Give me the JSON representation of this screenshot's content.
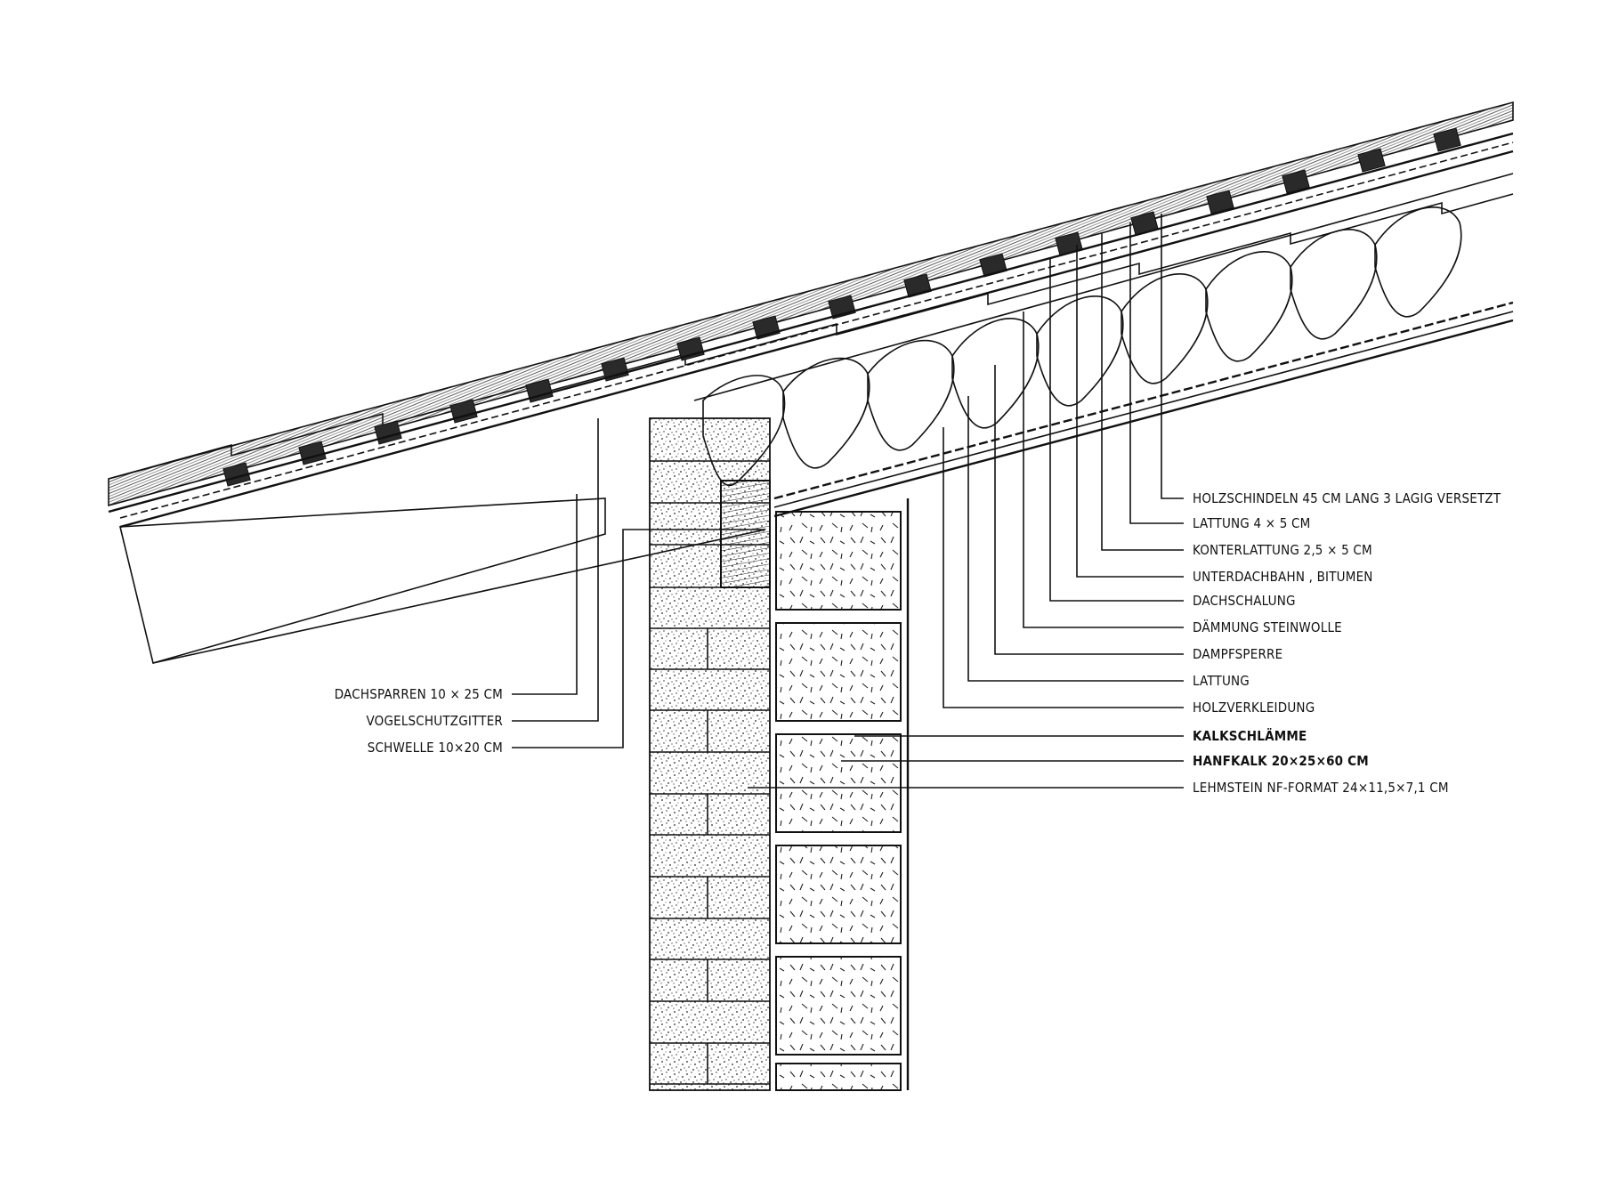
{
  "title": "Traufdetail Holzschindeldach auf Lehmstein-Hanfkalk-Wand",
  "labels_right": [
    {
      "id": "holzschindeln",
      "text": "HOLZSCHINDELN  45 CM LANG   3 LAGIG VERSETZT",
      "bold": false
    },
    {
      "id": "lattung-oben",
      "text": "LATTUNG     4 × 5 CM",
      "bold": false
    },
    {
      "id": "konterlattung",
      "text": "KONTERLATTUNG  2,5 × 5 CM",
      "bold": false
    },
    {
      "id": "unterdachbahn",
      "text": "UNTERDACHBAHN , BITUMEN",
      "bold": false
    },
    {
      "id": "dachschalung",
      "text": "DACHSCHALUNG",
      "bold": false
    },
    {
      "id": "daemmung",
      "text": "DÄMMUNG STEINWOLLE",
      "bold": false
    },
    {
      "id": "dampfsperre",
      "text": "DAMPFSPERRE",
      "bold": false
    },
    {
      "id": "lattung-unten",
      "text": "LATTUNG",
      "bold": false
    },
    {
      "id": "holzverkleidung",
      "text": "HOLZVERKLEIDUNG",
      "bold": false
    },
    {
      "id": "kalkschlaemme",
      "text": "KALKSCHLÄMME",
      "bold": true
    },
    {
      "id": "hanfkalk",
      "text": "HANFKALK  20×25×60 CM",
      "bold": true
    },
    {
      "id": "lehmstein",
      "text": "LEHMSTEIN   NF-FORMAT  24×11,5×7,1 CM",
      "bold": false
    }
  ],
  "labels_left": [
    {
      "id": "dachsparren",
      "text": "DACHSPARREN  10 × 25 CM"
    },
    {
      "id": "vogelschutzgitter",
      "text": "VOGELSCHUTZGITTER"
    },
    {
      "id": "schwelle",
      "text": "SCHWELLE  10×20 CM"
    }
  ]
}
